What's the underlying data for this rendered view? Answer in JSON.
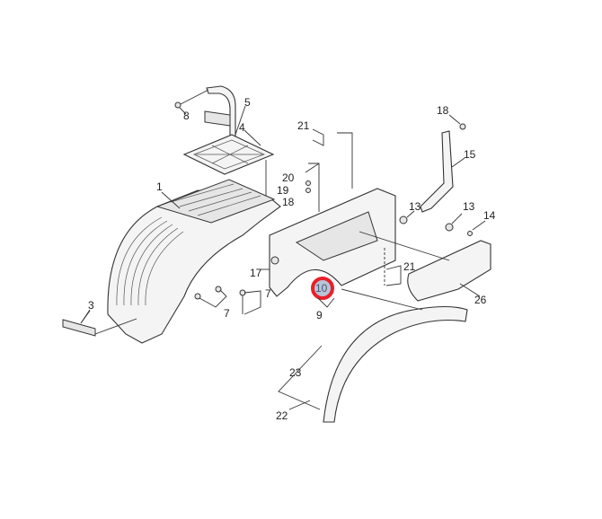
{
  "diagram": {
    "title": "Rear fender assembly exploded view",
    "highlight_color": "#e8202a",
    "highlight_fill": "#b8c4d8",
    "callouts": [
      "8",
      "5",
      "4",
      "1",
      "21",
      "18",
      "15",
      "20",
      "19",
      "18",
      "13",
      "13",
      "14",
      "17",
      "7",
      "7",
      "3",
      "21",
      "10",
      "9",
      "26",
      "23",
      "22"
    ]
  }
}
